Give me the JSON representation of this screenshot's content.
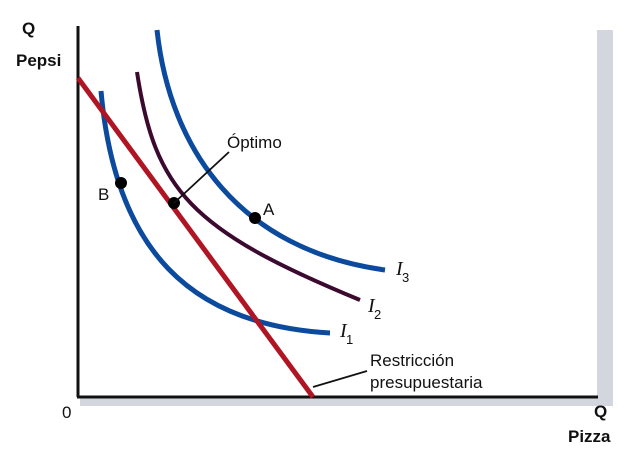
{
  "axes": {
    "y_title_line1": "Q",
    "y_title_line2": "Pepsi",
    "x_title_line1": "Q",
    "x_title_line2": "Pizza",
    "origin": "0"
  },
  "curves": {
    "i1": {
      "main": "I",
      "sub": "1"
    },
    "i2": {
      "main": "I",
      "sub": "2"
    },
    "i3": {
      "main": "I",
      "sub": "3"
    }
  },
  "points": {
    "optimo": "Óptimo",
    "a": "A",
    "b": "B"
  },
  "budget": {
    "line1": "Restricción",
    "line2": "presupuestaria"
  },
  "colors": {
    "indifference": "#0b4a9c",
    "middle_curve": "#3c0a2e",
    "budget_line": "#b01523",
    "axis": "#111111",
    "shadow": "#cfd2d8"
  }
}
